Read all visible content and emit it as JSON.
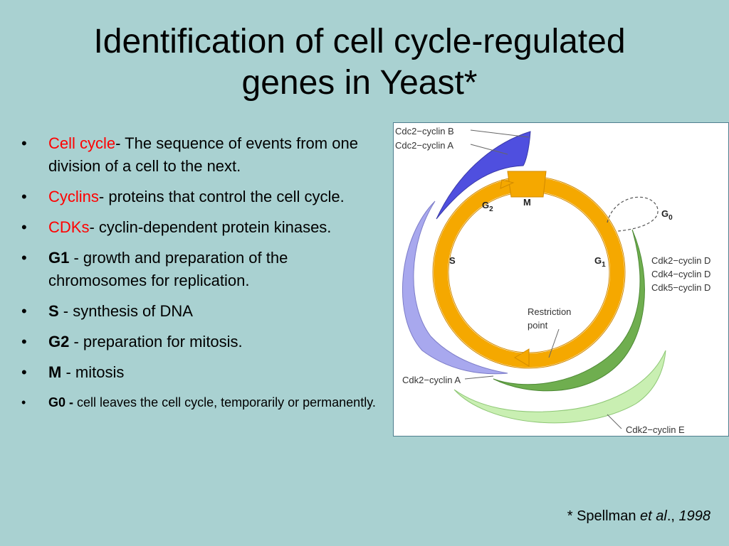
{
  "title": {
    "line1": "Identification of cell cycle-regulated",
    "line2": "genes in Yeast*"
  },
  "bullets": [
    {
      "term": "Cell cycle",
      "text": "- The sequence of events from one division of a cell to the next.",
      "term_style": "red"
    },
    {
      "term": "Cyclins",
      "text": "- proteins that control the cell cycle.",
      "term_style": "red"
    },
    {
      "term": "CDKs",
      "text": "- cyclin-dependent protein kinases.",
      "term_style": "red"
    },
    {
      "term": "G1",
      "text": " - growth and preparation of the chromosomes for replication.",
      "term_style": "bold"
    },
    {
      "term": "S",
      "text": " - synthesis of DNA",
      "term_style": "bold"
    },
    {
      "term": "G2",
      "text": " - preparation for mitosis.",
      "term_style": "bold"
    },
    {
      "term": "M",
      "text": " - mitosis",
      "term_style": "bold"
    },
    {
      "term": "G0 -",
      "text": " cell leaves the cell cycle, temporarily or permanently.",
      "term_style": "bold"
    }
  ],
  "bullet_glyph": "•",
  "figure": {
    "labels": {
      "cdc2_b": "Cdc2−cyclin B",
      "cdc2_a": "Cdc2−cyclin A",
      "g0": "G",
      "g0_sub": "0",
      "cdk2_d": "Cdk2−cyclin D",
      "cdk4_d": "Cdk4−cyclin D",
      "cdk5_d": "Cdk5−cyclin D",
      "g2": "G",
      "g2_sub": "2",
      "m": "M",
      "s": "S",
      "g1": "G",
      "g1_sub": "1",
      "restriction1": "Restriction",
      "restriction2": "point",
      "cdk2_a": "Cdk2−cyclin A",
      "cdk2_e": "Cdk2−cyclin E"
    },
    "colors": {
      "cycle": "#f5a800",
      "cycle_dark": "#d18a00",
      "cyclin_b": "#4f4fdf",
      "cyclin_a": "#a8a8ee",
      "cyclin_d": "#6fae4f",
      "cyclin_e": "#c9efb2"
    }
  },
  "citation": {
    "prefix": "* Spellman ",
    "etal": "et al",
    "suffix": "., ",
    "year": "1998"
  }
}
